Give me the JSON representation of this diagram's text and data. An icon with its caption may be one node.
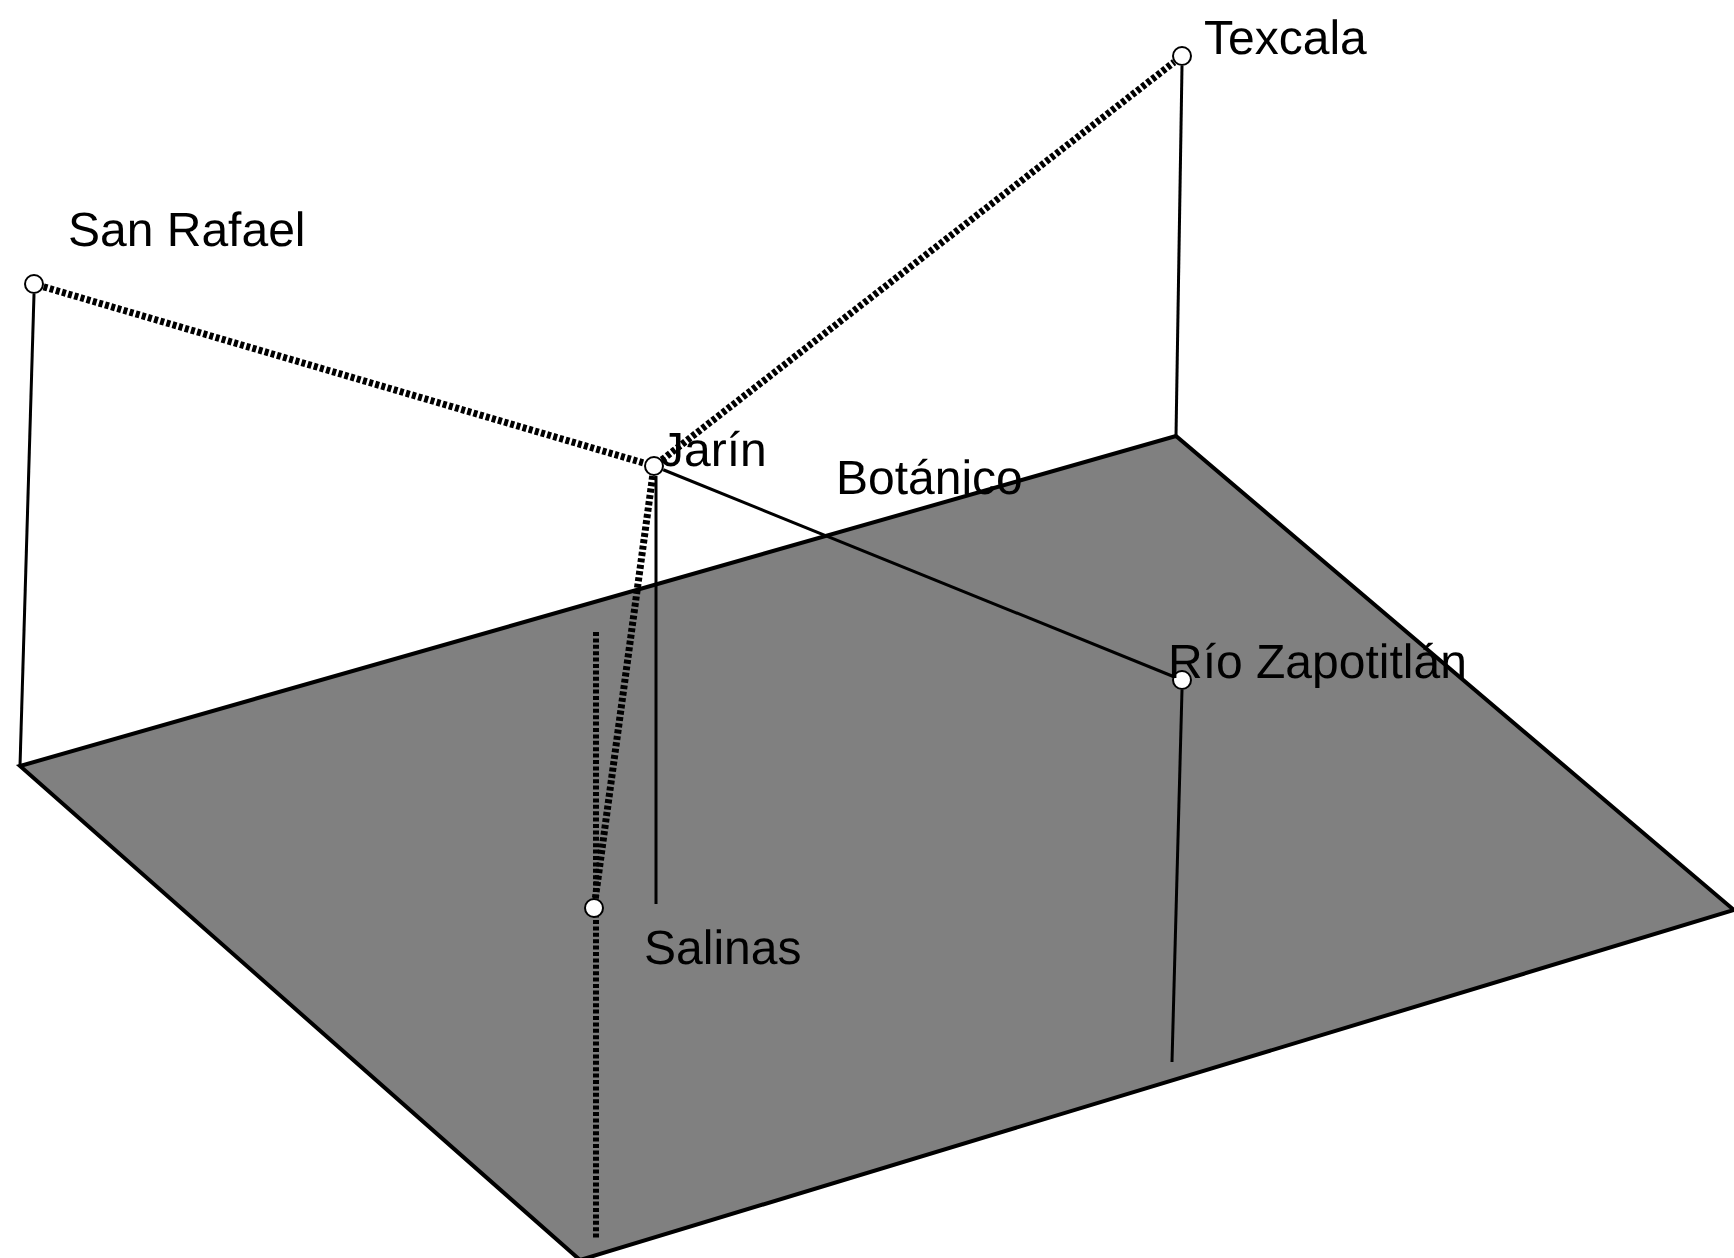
{
  "diagram": {
    "nodes": [
      {
        "text": [],
        "shape": "circle",
        "beside": [
          "Texcala"
        ]
      },
      {
        "text": [],
        "shape": "circle",
        "beside": [
          "San Rafael"
        ]
      },
      {
        "text": [],
        "shape": "circle",
        "beside": [
          "Jarín"
        ]
      },
      {
        "text": [],
        "shape": "circle",
        "beside": [
          "Río Zapotitlán"
        ]
      },
      {
        "text": [],
        "shape": "circle",
        "beside": [
          "Salinas"
        ]
      }
    ],
    "edges": [
      {
        "from": 1,
        "to": 2,
        "arrow": "none",
        "style": "dashed"
      },
      {
        "from": 2,
        "to": 0,
        "arrow": "none",
        "style": "dashed"
      },
      {
        "from": 2,
        "to": 4,
        "arrow": "none",
        "style": "dashed"
      },
      {
        "from": 2,
        "to": 3,
        "arrow": "none"
      }
    ],
    "labels": [
      "Botánico"
    ]
  }
}
